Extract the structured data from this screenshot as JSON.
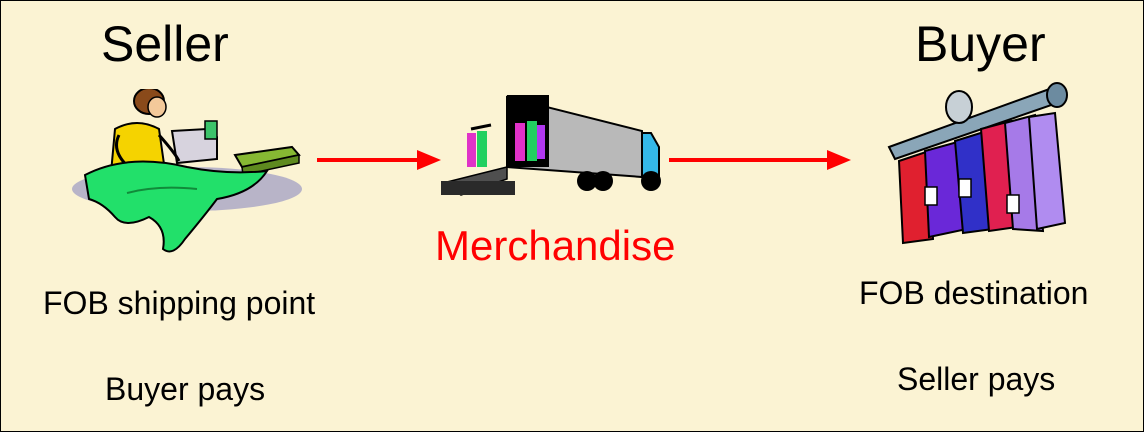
{
  "seller": {
    "title": "Seller",
    "terms": "FOB shipping point",
    "payer": "Buyer pays"
  },
  "buyer": {
    "title": "Buyer",
    "terms": "FOB destination",
    "payer": "Seller pays"
  },
  "transit": {
    "label": "Merchandise"
  },
  "colors": {
    "background": "#fbf3d3",
    "arrow": "#ff0000",
    "label_accent": "#ff0000",
    "fabric": "#22e06a"
  },
  "icons": {
    "seller": "seamstress-icon",
    "transit": "delivery-truck-icon",
    "buyer": "clothes-rack-icon"
  }
}
